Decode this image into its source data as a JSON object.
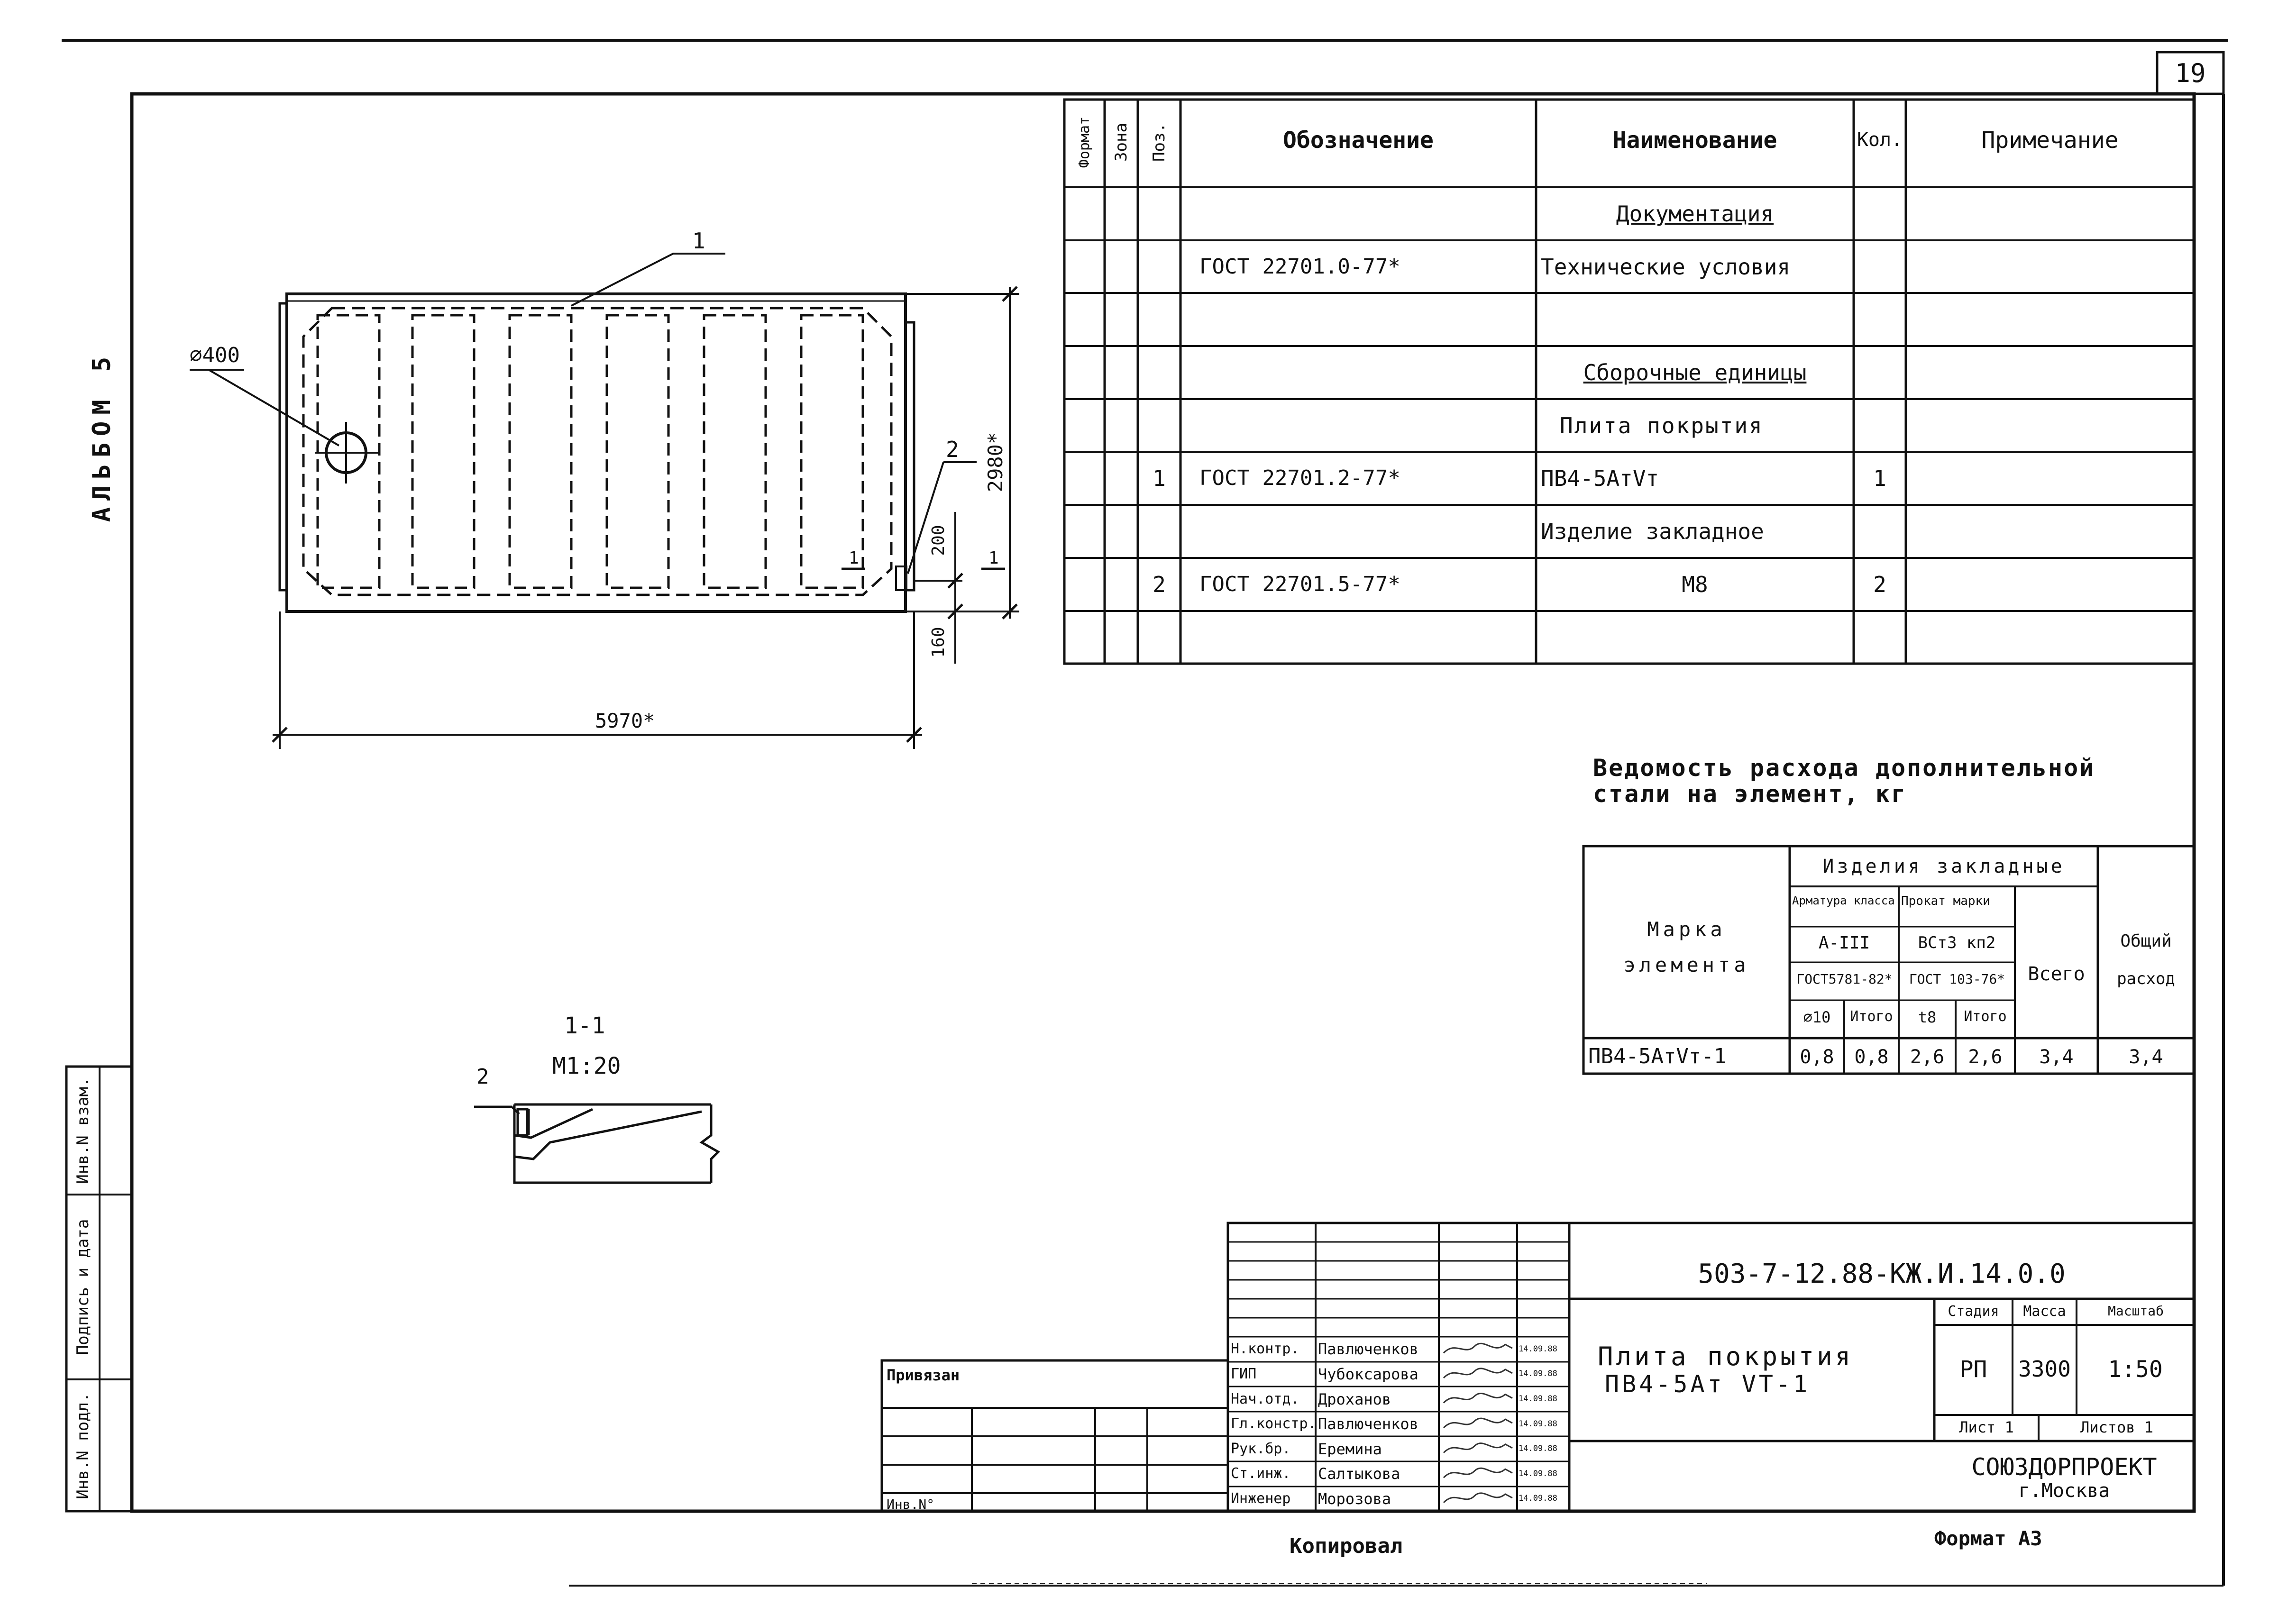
{
  "sheet_number": "19",
  "album_label": "АЛЬБОМ 5",
  "side_stamp": [
    "Инв.N подл.",
    "Подпись и дата",
    "Инв.N взам."
  ],
  "spec": {
    "headers": [
      "Формат",
      "Зона",
      "Поз.",
      "Обозначение",
      "Наименование",
      "Кол.",
      "Примечание"
    ],
    "rows": [
      {
        "pos": "",
        "designation": "",
        "name": "Документация",
        "qty": ""
      },
      {
        "pos": "",
        "designation": "ГОСТ 22701.0-77*",
        "name": "Технические условия",
        "qty": ""
      },
      {
        "pos": "",
        "designation": "",
        "name": "",
        "qty": ""
      },
      {
        "pos": "",
        "designation": "",
        "name": "Сборочные единицы",
        "qty": ""
      },
      {
        "pos": "",
        "designation": "",
        "name": "Плита покрытия",
        "qty": ""
      },
      {
        "pos": "1",
        "designation": "ГОСТ 22701.2-77*",
        "name": "ПВ4-5АтVт",
        "qty": "1"
      },
      {
        "pos": "",
        "designation": "",
        "name": "Изделие закладное",
        "qty": ""
      },
      {
        "pos": "2",
        "designation": "ГОСТ 22701.5-77*",
        "name": "М8",
        "qty": "2"
      },
      {
        "pos": "",
        "designation": "",
        "name": "",
        "qty": ""
      }
    ]
  },
  "drawing": {
    "callout_1": "1",
    "callout_2": "2",
    "hole_label": "⌀400",
    "dim_length": "5970*",
    "dim_width": "2980*",
    "dim_200": "200",
    "dim_160": "160",
    "section_mark": "1",
    "section_title": "1-1",
    "section_scale": "М1:20",
    "section_callout": "2"
  },
  "steel": {
    "title_line1": "Ведомость расхода дополнительной",
    "title_line2": "стали на элемент, кг",
    "col_mark": [
      "Марка",
      "элемента"
    ],
    "group": "Изделия закладные",
    "arm_class": "Арматура класса",
    "arm_grade": "А-III",
    "arm_gost": "ГОСТ5781-82*",
    "prok_mark": "Прокат марки",
    "prok_grade": "ВСт3 кп2",
    "prok_gost": "ГОСТ 103-76*",
    "sub": [
      "⌀10",
      "Итого",
      "t8",
      "Итого"
    ],
    "vsego": "Всего",
    "total": [
      "Общий",
      "расход"
    ],
    "row": {
      "mark": "ПВ4-5АтVт-1",
      "values": [
        "0,8",
        "0,8",
        "2,6",
        "2,6",
        "3,4",
        "3,4"
      ]
    }
  },
  "title_block": {
    "code": "503-7-12.88-КЖ.И.14.0.0",
    "name_line1": "Плита покрытия",
    "name_line2": "ПВ4-5Ат VТ-1",
    "privyazan": "Привязан",
    "inv": "Инв.N°",
    "roles": [
      {
        "role": "Н.контр.",
        "name": "Павлюченков",
        "date": "14.09.88"
      },
      {
        "role": "ГИП",
        "name": "Чубоксарова",
        "date": "14.09.88"
      },
      {
        "role": "Нач.отд.",
        "name": "Дроханов",
        "date": "14.09.88"
      },
      {
        "role": "Гл.констр.",
        "name": "Павлюченков",
        "date": "14.09.88"
      },
      {
        "role": "Рук.бр.",
        "name": "Еремина",
        "date": "14.09.88"
      },
      {
        "role": "Ст.инж.",
        "name": "Салтыкова",
        "date": "14.09.88"
      },
      {
        "role": "Инженер",
        "name": "Морозова",
        "date": "14.09.88"
      }
    ],
    "stage_label": "Стадия",
    "mass_label": "Масса",
    "scale_label": "Масштаб",
    "stage": "РП",
    "mass": "3300",
    "scale": "1:50",
    "sheet": "Лист 1",
    "sheets": "Листов 1",
    "org": "СОЮЗДОРПРОЕКТ",
    "city": "г.Москва"
  },
  "footer": {
    "copied": "Копировал",
    "format": "Формат А3"
  }
}
